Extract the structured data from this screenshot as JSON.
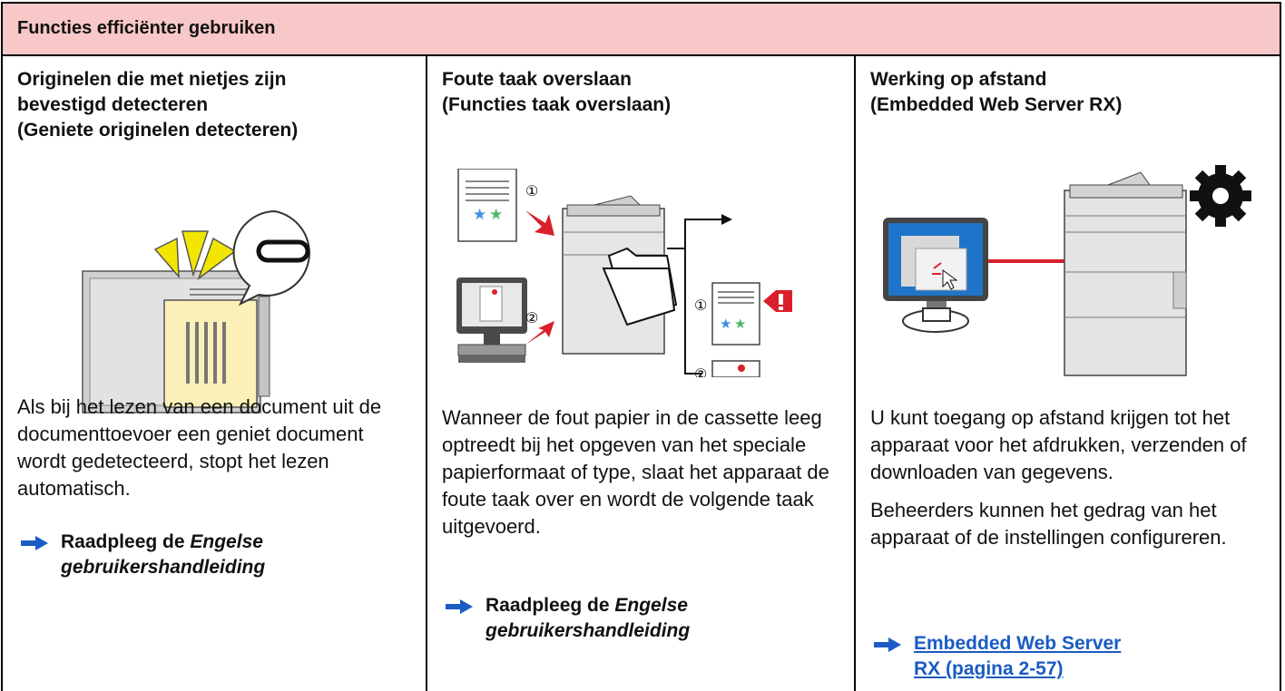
{
  "header": {
    "title": "Functies efficiënter gebruiken"
  },
  "columns": [
    {
      "title_lines": [
        "Originelen die met nietjes zijn",
        "bevestigd detecteren",
        "(Geniete originelen detecteren)"
      ],
      "paragraphs": [
        "Als bij het lezen van een document uit de documenttoevoer een geniet document wordt gedetecteerd, stopt het lezen automatisch."
      ],
      "ref_prefix": "Raadpleeg de ",
      "ref_italic": "Engelse gebruikershandleiding"
    },
    {
      "title_lines": [
        "Foute taak overslaan",
        "(Functies taak overslaan)"
      ],
      "paragraphs": [
        "Wanneer de fout papier in de cassette leeg optreedt bij het opgeven van het speciale papierformaat of type, slaat het apparaat de foute taak over en wordt de volgende taak uitgevoerd."
      ],
      "ref_prefix": "Raadpleeg de ",
      "ref_italic": "Engelse gebruikershandleiding",
      "markers": [
        "①",
        "②",
        "①",
        "②"
      ]
    },
    {
      "title_lines": [
        "Werking op afstand",
        "(Embedded Web Server RX)"
      ],
      "paragraphs": [
        "U kunt toegang op afstand krijgen tot het apparaat voor het afdrukken, verzenden of downloaden van gegevens.",
        "Beheerders kunnen het gedrag van het apparaat of de instellingen configureren."
      ],
      "link_text": "Embedded Web Server RX (pagina 2-57)"
    }
  ],
  "colors": {
    "header_bg": "#f8c7c7",
    "arrow": "#1a5bc4",
    "link": "#1a5bc4",
    "alert": "#d9202a",
    "stars_blue": "#3f8fe0",
    "stars_green": "#4fb86a"
  },
  "icons": [
    "staple-icon",
    "alert-icon",
    "gear-icon",
    "arrow-right-icon",
    "cursor-icon"
  ]
}
